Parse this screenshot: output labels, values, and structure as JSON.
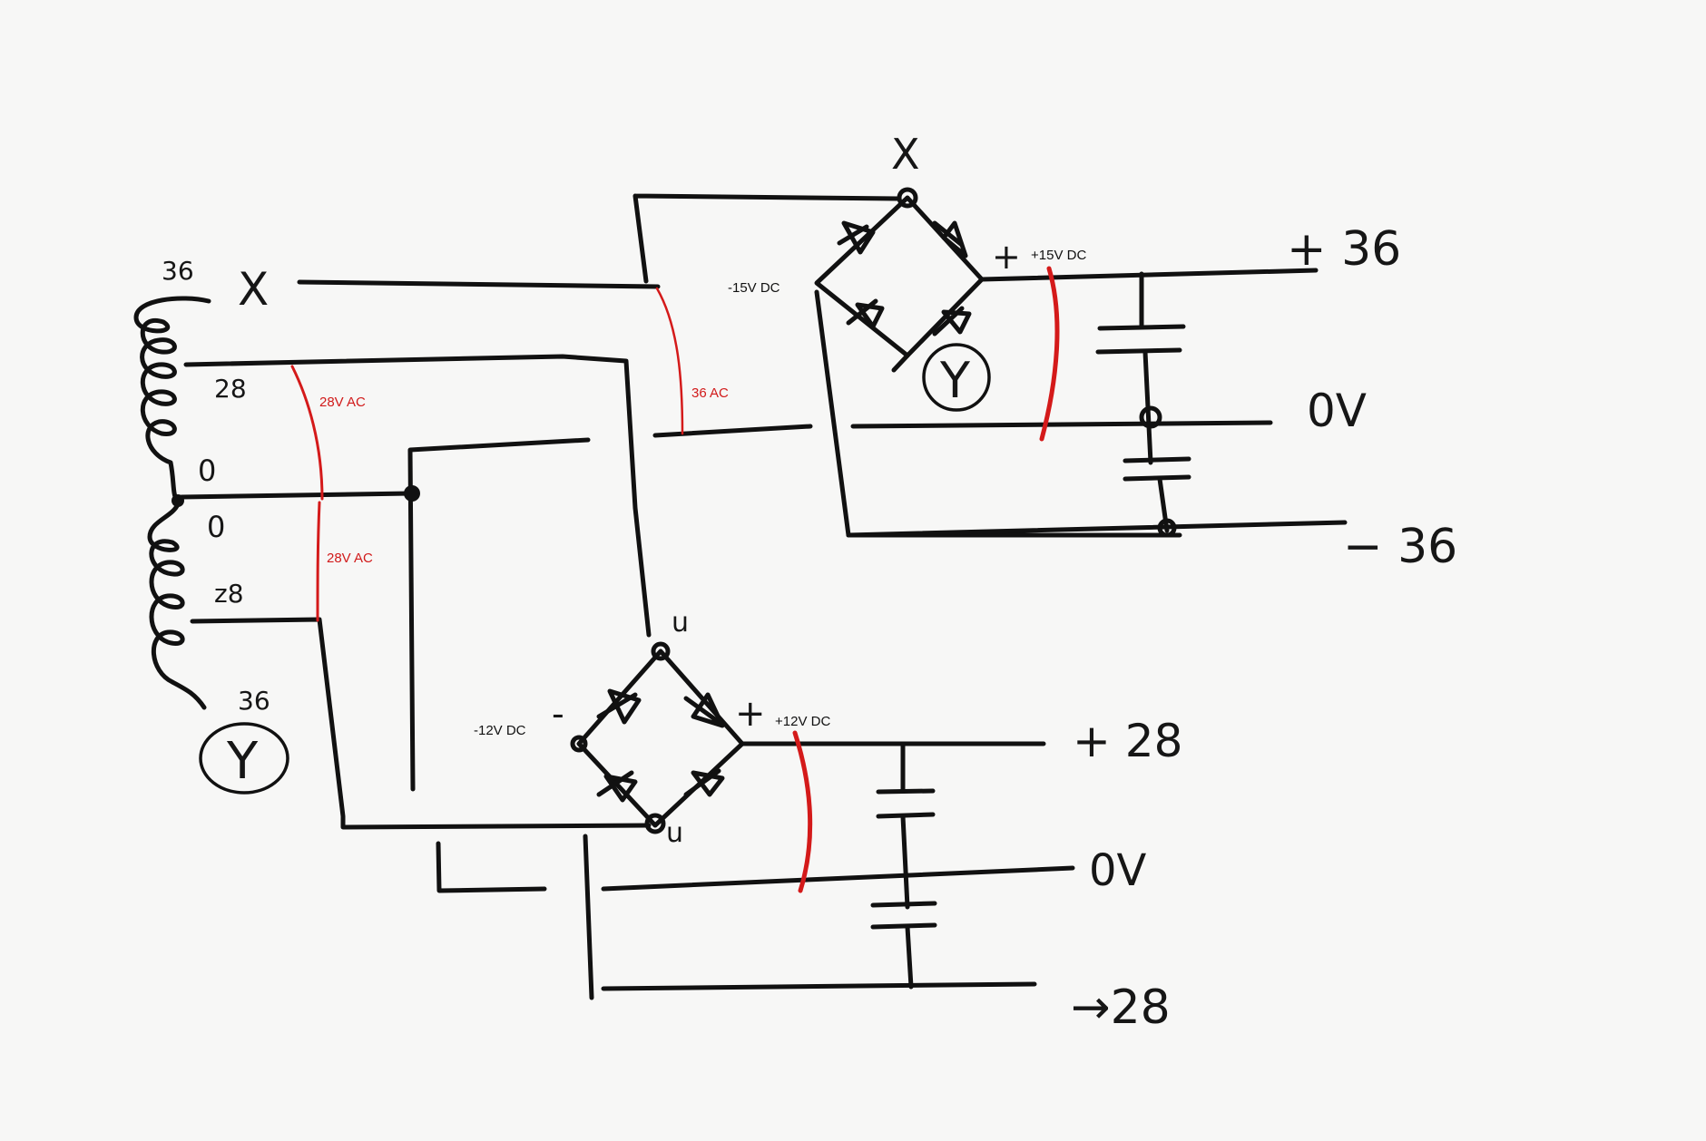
{
  "diagram": {
    "transformer": {
      "secondary_upper_taps": [
        "36",
        "28",
        "0"
      ],
      "secondary_lower_taps": [
        "0",
        "z8",
        "36"
      ],
      "marker_x": "X",
      "circled_label": "Y"
    },
    "upper_bridge": {
      "marker_top": "X",
      "plus_mark": "+",
      "circled_label": "Y",
      "outputs": {
        "positive": "+ 36",
        "zero": "0V",
        "negative": "− 36"
      }
    },
    "lower_bridge": {
      "marker_top": "u",
      "marker_bottom": "u",
      "minus_mark": "-",
      "plus_mark": "+",
      "outputs": {
        "positive": "+ 28",
        "zero": "0V",
        "negative": "→28"
      }
    },
    "typed_labels": {
      "upper_negative": "-15V DC",
      "upper_positive": "+15V DC",
      "lower_negative": "-12V DC",
      "lower_positive": "+12V DC"
    },
    "annotations": {
      "ac_upper": "28V AC",
      "ac_lower": "28V AC",
      "ac_36": "36 AC"
    },
    "colors": {
      "ink": "#111111",
      "annotation": "#d11a1a",
      "paper": "#f7f7f6"
    }
  }
}
